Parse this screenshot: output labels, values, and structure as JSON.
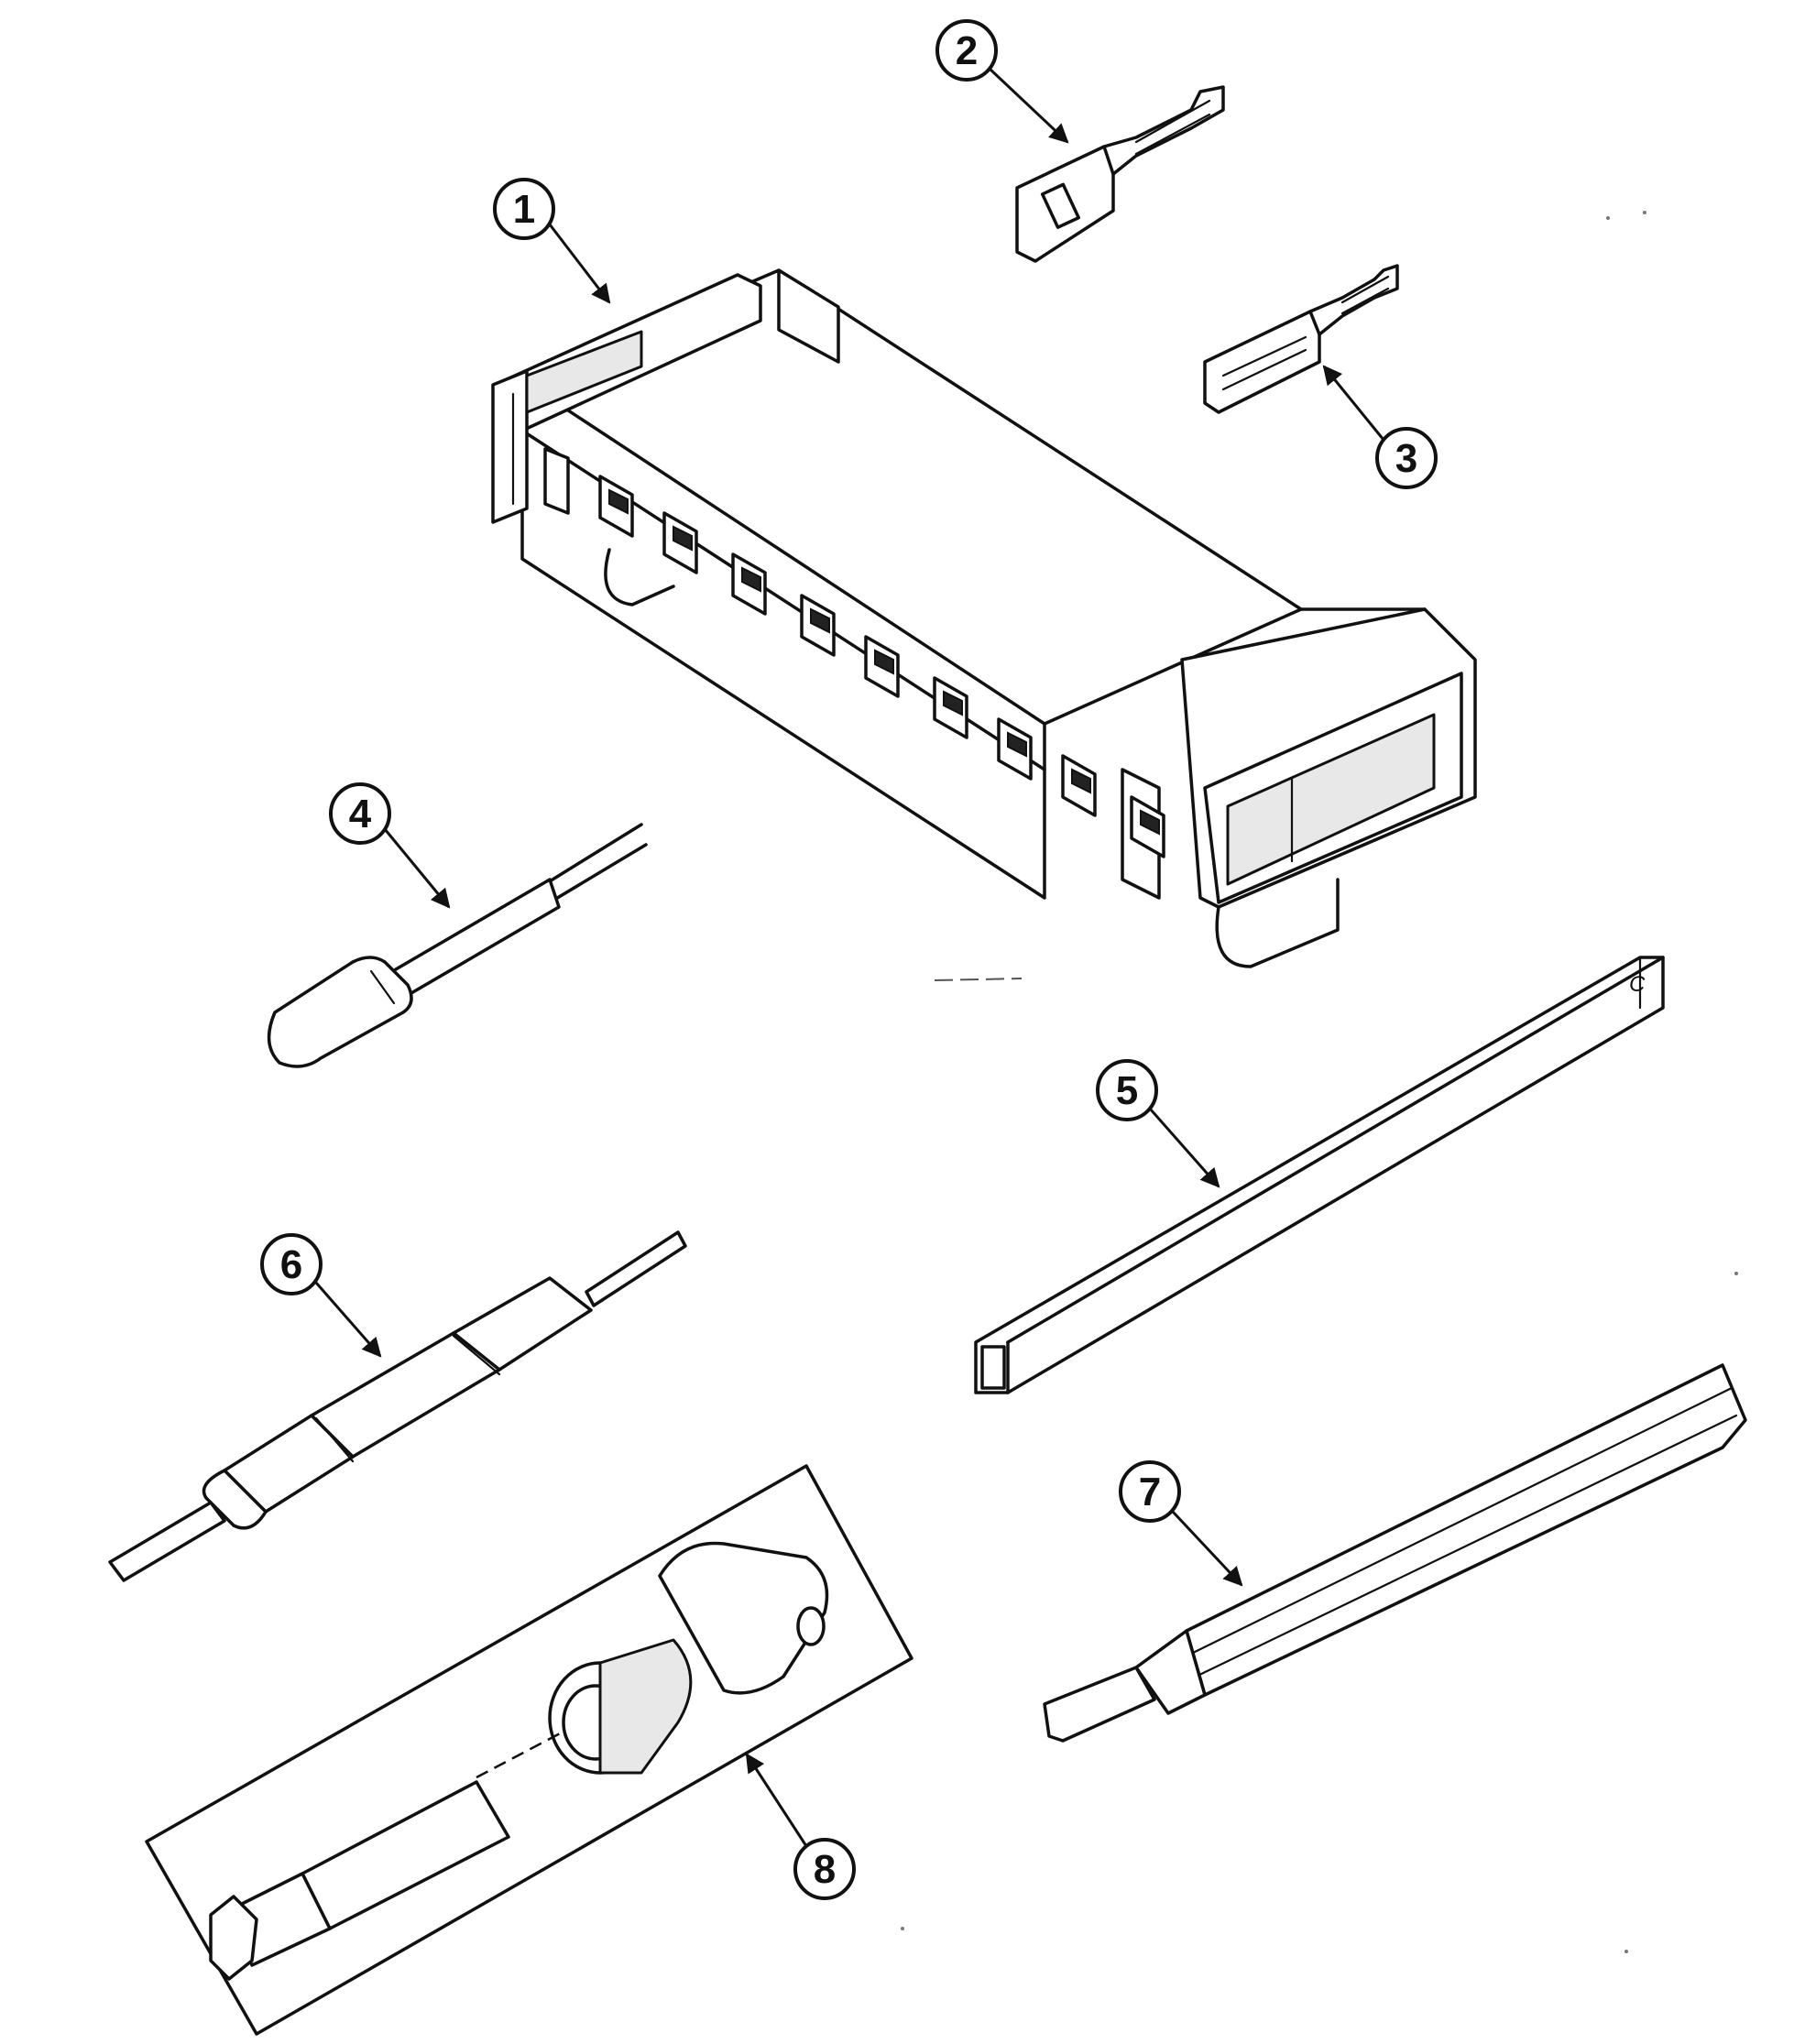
{
  "diagram": {
    "callouts": [
      {
        "id": "callout-1",
        "label": "1"
      },
      {
        "id": "callout-2",
        "label": "2"
      },
      {
        "id": "callout-3",
        "label": "3"
      },
      {
        "id": "callout-4",
        "label": "4"
      },
      {
        "id": "callout-5",
        "label": "5"
      },
      {
        "id": "callout-6",
        "label": "6"
      },
      {
        "id": "callout-7",
        "label": "7"
      },
      {
        "id": "callout-8",
        "label": "8"
      }
    ],
    "bar_end_mark": "C",
    "colors": {
      "line": "#111111",
      "background": "#ffffff",
      "shade": "#e8e8e8"
    }
  }
}
